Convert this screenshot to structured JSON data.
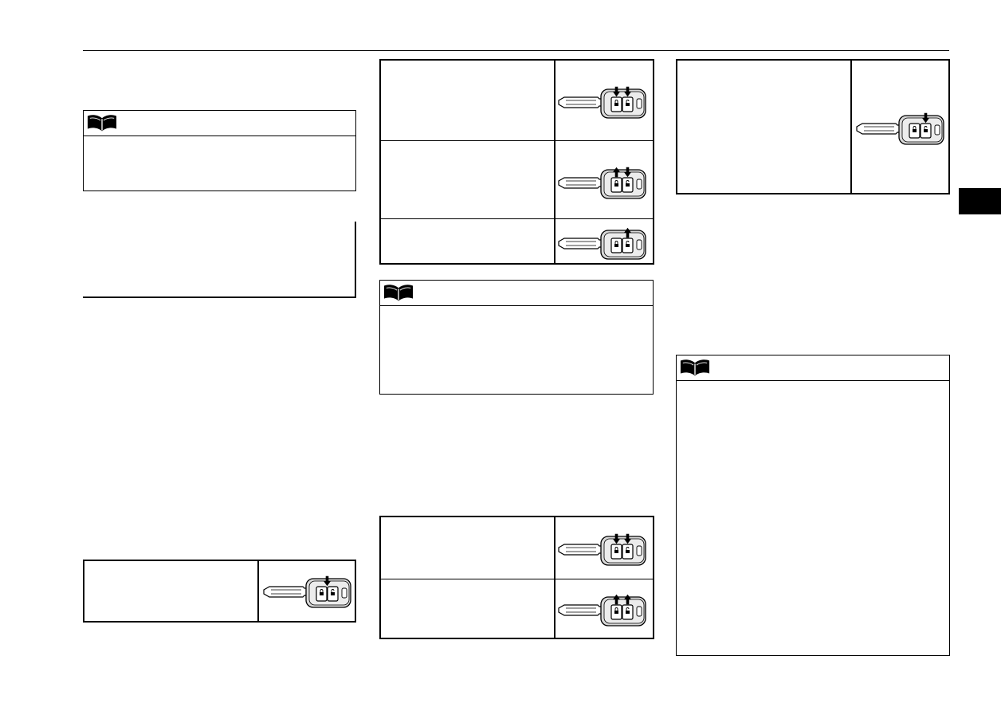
{
  "page": {
    "side_tab": "",
    "note_icon": "open-book-icon"
  },
  "column_left": {
    "note": {
      "icon": "open-book-icon",
      "text": ""
    },
    "partial_box": {
      "text": ""
    },
    "table": {
      "rows": [
        {
          "text": "",
          "fob_illustration": "lock-button-press"
        }
      ]
    }
  },
  "column_middle": {
    "table_top": {
      "rows": [
        {
          "text": "",
          "fob_illustration": "both-buttons-press"
        },
        {
          "text": "",
          "fob_illustration": "lock-up-unlock-down"
        },
        {
          "text": "",
          "fob_illustration": "unlock-button-press"
        }
      ]
    },
    "note": {
      "icon": "open-book-icon",
      "text": ""
    },
    "table_bottom": {
      "rows": [
        {
          "text": "",
          "fob_illustration": "both-buttons-press"
        },
        {
          "text": "",
          "fob_illustration": "both-buttons-release"
        }
      ]
    }
  },
  "column_right": {
    "table": {
      "rows": [
        {
          "text": "",
          "fob_illustration": "unlock-button-press"
        }
      ]
    },
    "note": {
      "icon": "open-book-icon",
      "text": ""
    }
  },
  "colors": {
    "ink": "#000000",
    "fob_shade": "#d8d8d8",
    "paper": "#ffffff"
  }
}
